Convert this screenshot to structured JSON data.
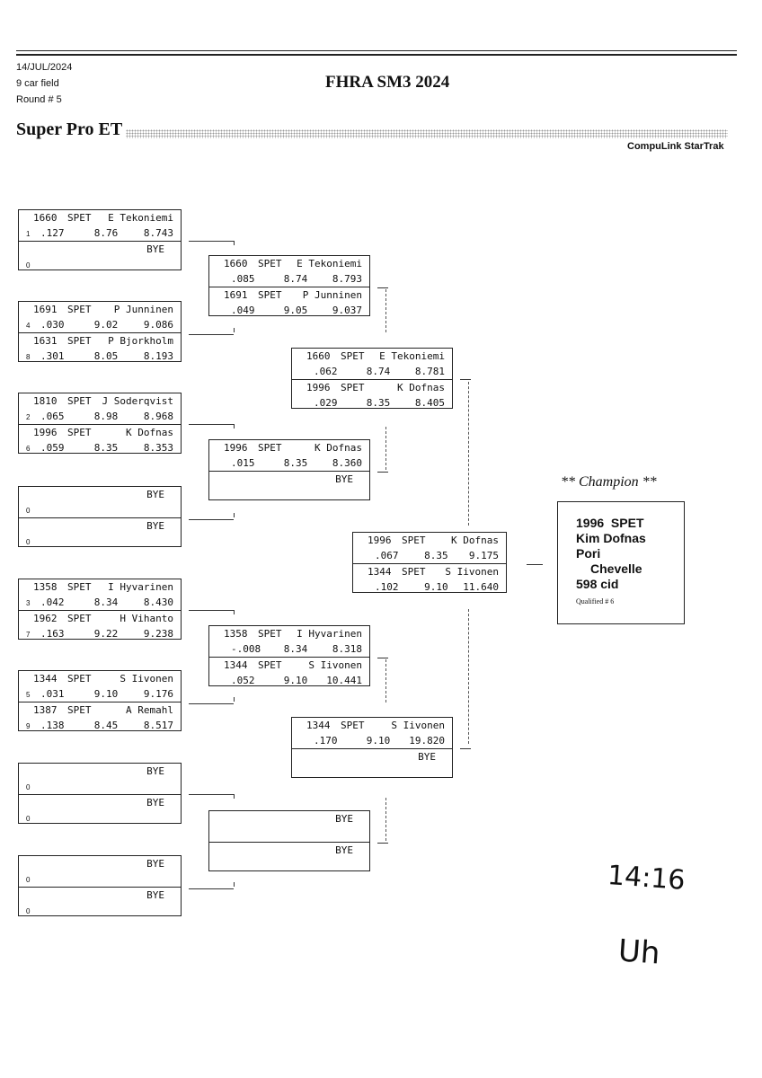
{
  "header": {
    "date": "14/JUL/2024",
    "field": "9 car field",
    "round": "Round # 5",
    "title": "FHRA SM3 2024",
    "section": "Super Pro ET",
    "brand": "CompuLink StarTrak"
  },
  "round1": [
    {
      "top": {
        "car": "1660",
        "class": "SPET",
        "name": "E Tekoniemi",
        "seed": "1",
        "rt": ".127",
        "dial": "8.76",
        "et": "8.743"
      },
      "bottom": {
        "bye": "BYE",
        "seed": "0"
      }
    },
    {
      "top": {
        "car": "1691",
        "class": "SPET",
        "name": "P Junninen",
        "seed": "4",
        "rt": ".030",
        "dial": "9.02",
        "et": "9.086"
      },
      "bottom": {
        "car": "1631",
        "class": "SPET",
        "name": "P Bjorkholm",
        "seed": "8",
        "rt": ".301",
        "dial": "8.05",
        "et": "8.193"
      }
    },
    {
      "top": {
        "car": "1810",
        "class": "SPET",
        "name": "J Soderqvist",
        "seed": "2",
        "rt": ".065",
        "dial": "8.98",
        "et": "8.968"
      },
      "bottom": {
        "car": "1996",
        "class": "SPET",
        "name": "K Dofnas",
        "seed": "6",
        "rt": ".059",
        "dial": "8.35",
        "et": "8.353"
      }
    },
    {
      "top": {
        "bye": "BYE",
        "seed": "0"
      },
      "bottom": {
        "bye": "BYE",
        "seed": "0"
      }
    },
    {
      "top": {
        "car": "1358",
        "class": "SPET",
        "name": "I Hyvarinen",
        "seed": "3",
        "rt": ".042",
        "dial": "8.34",
        "et": "8.430"
      },
      "bottom": {
        "car": "1962",
        "class": "SPET",
        "name": "H Vihanto",
        "seed": "7",
        "rt": ".163",
        "dial": "9.22",
        "et": "9.238"
      }
    },
    {
      "top": {
        "car": "1344",
        "class": "SPET",
        "name": "S Iivonen",
        "seed": "5",
        "rt": ".031",
        "dial": "9.10",
        "et": "9.176"
      },
      "bottom": {
        "car": "1387",
        "class": "SPET",
        "name": "A Remahl",
        "seed": "9",
        "rt": ".138",
        "dial": "8.45",
        "et": "8.517"
      }
    },
    {
      "top": {
        "bye": "BYE",
        "seed": "0"
      },
      "bottom": {
        "bye": "BYE",
        "seed": "0"
      }
    },
    {
      "top": {
        "bye": "BYE",
        "seed": "0"
      },
      "bottom": {
        "bye": "BYE",
        "seed": "0"
      }
    }
  ],
  "round2": [
    {
      "top": {
        "car": "1660",
        "class": "SPET",
        "name": "E Tekoniemi",
        "rt": ".085",
        "dial": "8.74",
        "et": "8.793"
      },
      "bottom": {
        "car": "1691",
        "class": "SPET",
        "name": "P Junninen",
        "rt": ".049",
        "dial": "9.05",
        "et": "9.037"
      }
    },
    {
      "top": {
        "car": "1996",
        "class": "SPET",
        "name": "K Dofnas",
        "rt": ".015",
        "dial": "8.35",
        "et": "8.360"
      },
      "bottom": {
        "bye": "BYE"
      }
    },
    {
      "top": {
        "car": "1358",
        "class": "SPET",
        "name": "I Hyvarinen",
        "rt": "-.008",
        "dial": "8.34",
        "et": "8.318"
      },
      "bottom": {
        "car": "1344",
        "class": "SPET",
        "name": "S Iivonen",
        "rt": ".052",
        "dial": "9.10",
        "et": "10.441"
      }
    },
    {
      "top": {
        "bye": "BYE"
      },
      "bottom": {
        "bye": "BYE"
      }
    }
  ],
  "round3": [
    {
      "top": {
        "car": "1660",
        "class": "SPET",
        "name": "E Tekoniemi",
        "rt": ".062",
        "dial": "8.74",
        "et": "8.781"
      },
      "bottom": {
        "car": "1996",
        "class": "SPET",
        "name": "K Dofnas",
        "rt": ".029",
        "dial": "8.35",
        "et": "8.405"
      }
    },
    {
      "top": {
        "car": "1344",
        "class": "SPET",
        "name": "S Iivonen",
        "rt": ".170",
        "dial": "9.10",
        "et": "19.820"
      },
      "bottom": {
        "bye": "BYE"
      }
    }
  ],
  "final": {
    "top": {
      "car": "1996",
      "class": "SPET",
      "name": "K Dofnas",
      "rt": ".067",
      "dial": "8.35",
      "et": "9.175"
    },
    "bottom": {
      "car": "1344",
      "class": "SPET",
      "name": "S Iivonen",
      "rt": ".102",
      "dial": "9.10",
      "et": "11.640"
    }
  },
  "champion": {
    "heading": "** Champion **",
    "line1": "1996  SPET",
    "line2": "Kim Dofnas",
    "line3": "Pori",
    "line4": "Chevelle",
    "line5": "598 cid",
    "qualified": "Qualified # 6"
  },
  "handwriting": {
    "time": "14:16",
    "initials": "Uh"
  }
}
